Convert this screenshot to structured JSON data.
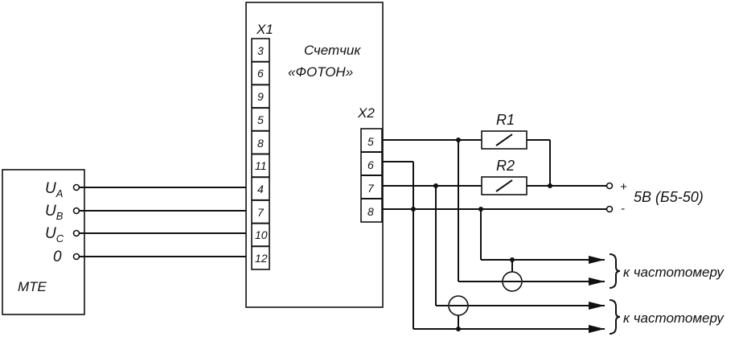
{
  "mte": {
    "label": "MTE",
    "terminals": [
      {
        "main": "U",
        "sub": "A"
      },
      {
        "main": "U",
        "sub": "B"
      },
      {
        "main": "U",
        "sub": "C"
      },
      {
        "main": "0",
        "sub": ""
      }
    ]
  },
  "counter": {
    "title_line1": "Счетчик",
    "title_line2": "«ФОТОН»",
    "x1_label": "X1",
    "x1_pins": [
      "3",
      "6",
      "9",
      "5",
      "8",
      "11",
      "4",
      "7",
      "10",
      "12"
    ],
    "x2_label": "X2",
    "x2_pins": [
      "5",
      "6",
      "7",
      "8"
    ]
  },
  "resistors": {
    "r1": "R1",
    "r2": "R2"
  },
  "power": {
    "plus": "+",
    "minus": "-",
    "label": "5В (Б5-50)"
  },
  "outputs": {
    "label1": "к частотомеру",
    "label2": "к частотомеру"
  }
}
